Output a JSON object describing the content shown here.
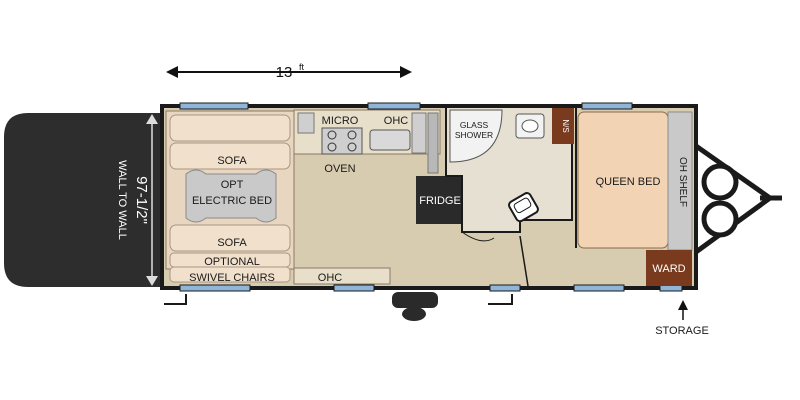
{
  "dimensions": {
    "length_label": "13",
    "length_unit": "ft",
    "width_label": "97-1/2\"",
    "width_note": "WALL TO WALL"
  },
  "labels": {
    "sofa_top": "SOFA",
    "bed_line1": "OPT",
    "bed_line2": "ELECTRIC BED",
    "sofa_bottom": "SOFA",
    "chairs_line1": "OPTIONAL",
    "chairs_line2": "SWIVEL CHAIRS",
    "ohc_bottom": "OHC",
    "micro": "MICRO",
    "ohc_top": "OHC",
    "oven": "OVEN",
    "fridge": "FRIDGE",
    "shower_line1": "GLASS",
    "shower_line2": "SHOWER",
    "ns": "N/S",
    "queen_bed": "QUEEN BED",
    "oh_shelf": "OH SHELF",
    "ward": "WARD",
    "storage": "STORAGE"
  },
  "colors": {
    "floor": "#d8ccb0",
    "ramp": "#2d2d2d",
    "wall": "#1a1a1a",
    "window": "#8fb6d9",
    "fridge": "#2a2a2a",
    "cabinet": "#7a3a1e",
    "bed": "#f2d4b5",
    "sofa": "#e9d6c0",
    "shelf": "#c9c9c9"
  }
}
